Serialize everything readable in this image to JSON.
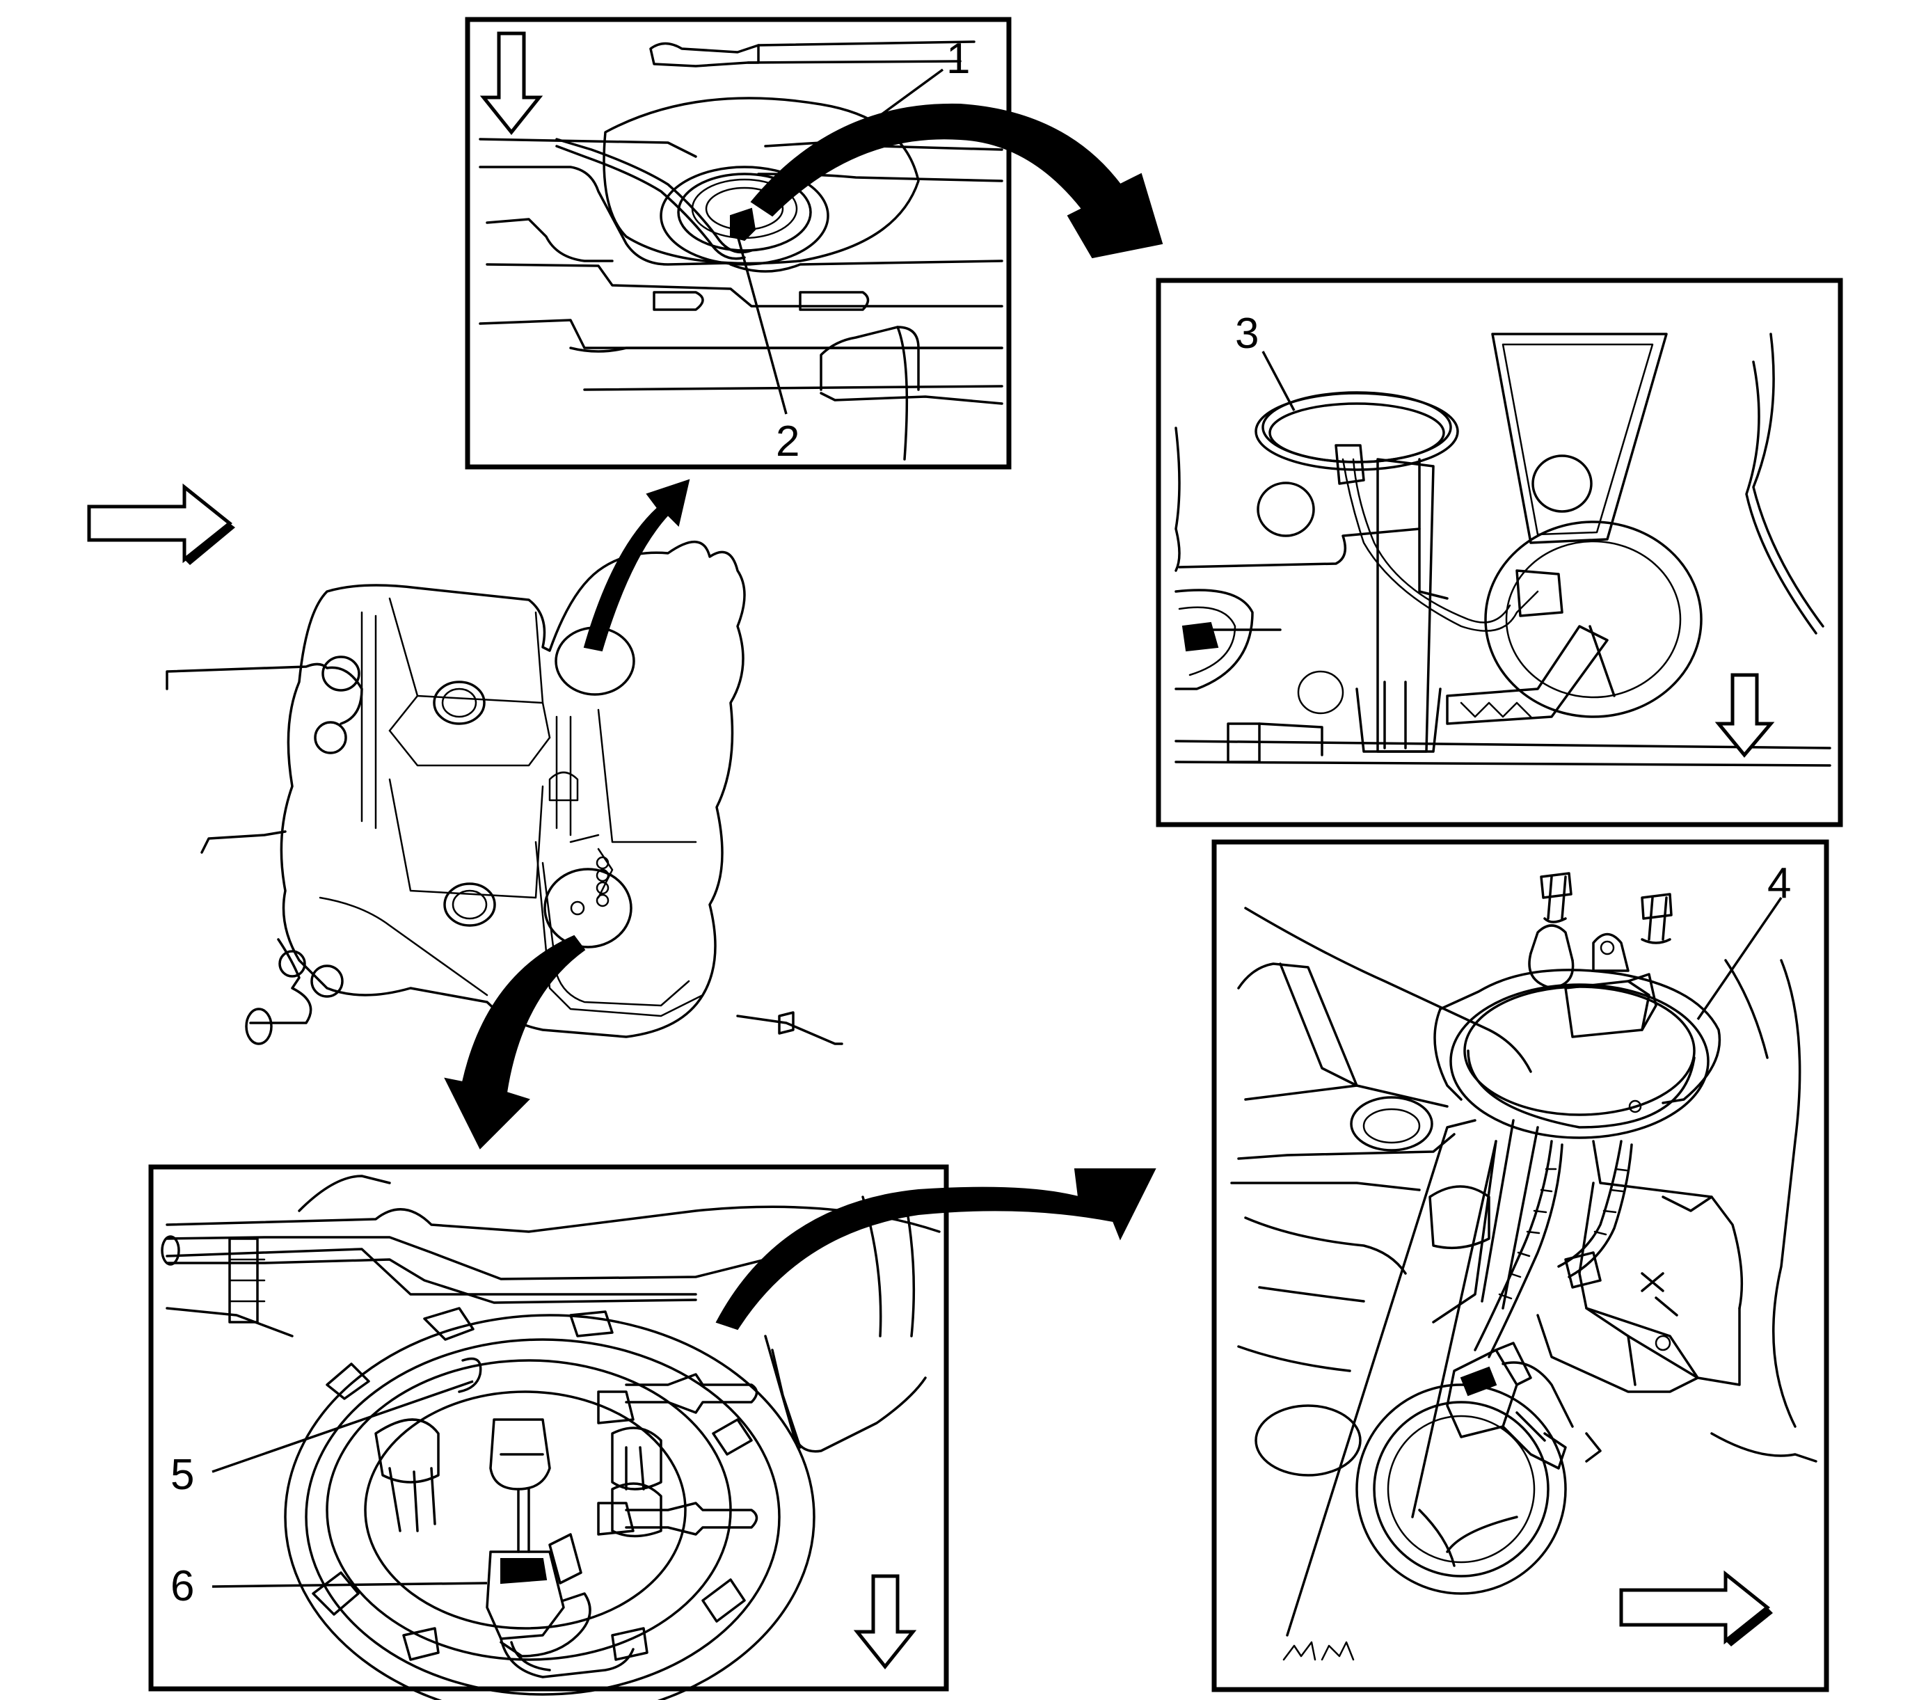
{
  "callouts": [
    {
      "id": "1",
      "label": "1"
    },
    {
      "id": "2",
      "label": "2"
    },
    {
      "id": "3",
      "label": "3"
    },
    {
      "id": "4",
      "label": "4"
    },
    {
      "id": "5",
      "label": "5"
    },
    {
      "id": "6",
      "label": "6"
    }
  ],
  "icons": {
    "view_direction": "hollow-arrow-icon",
    "sequence": "curved-arrow-icon"
  },
  "colors": {
    "line": "#000000",
    "background": "#ffffff"
  }
}
